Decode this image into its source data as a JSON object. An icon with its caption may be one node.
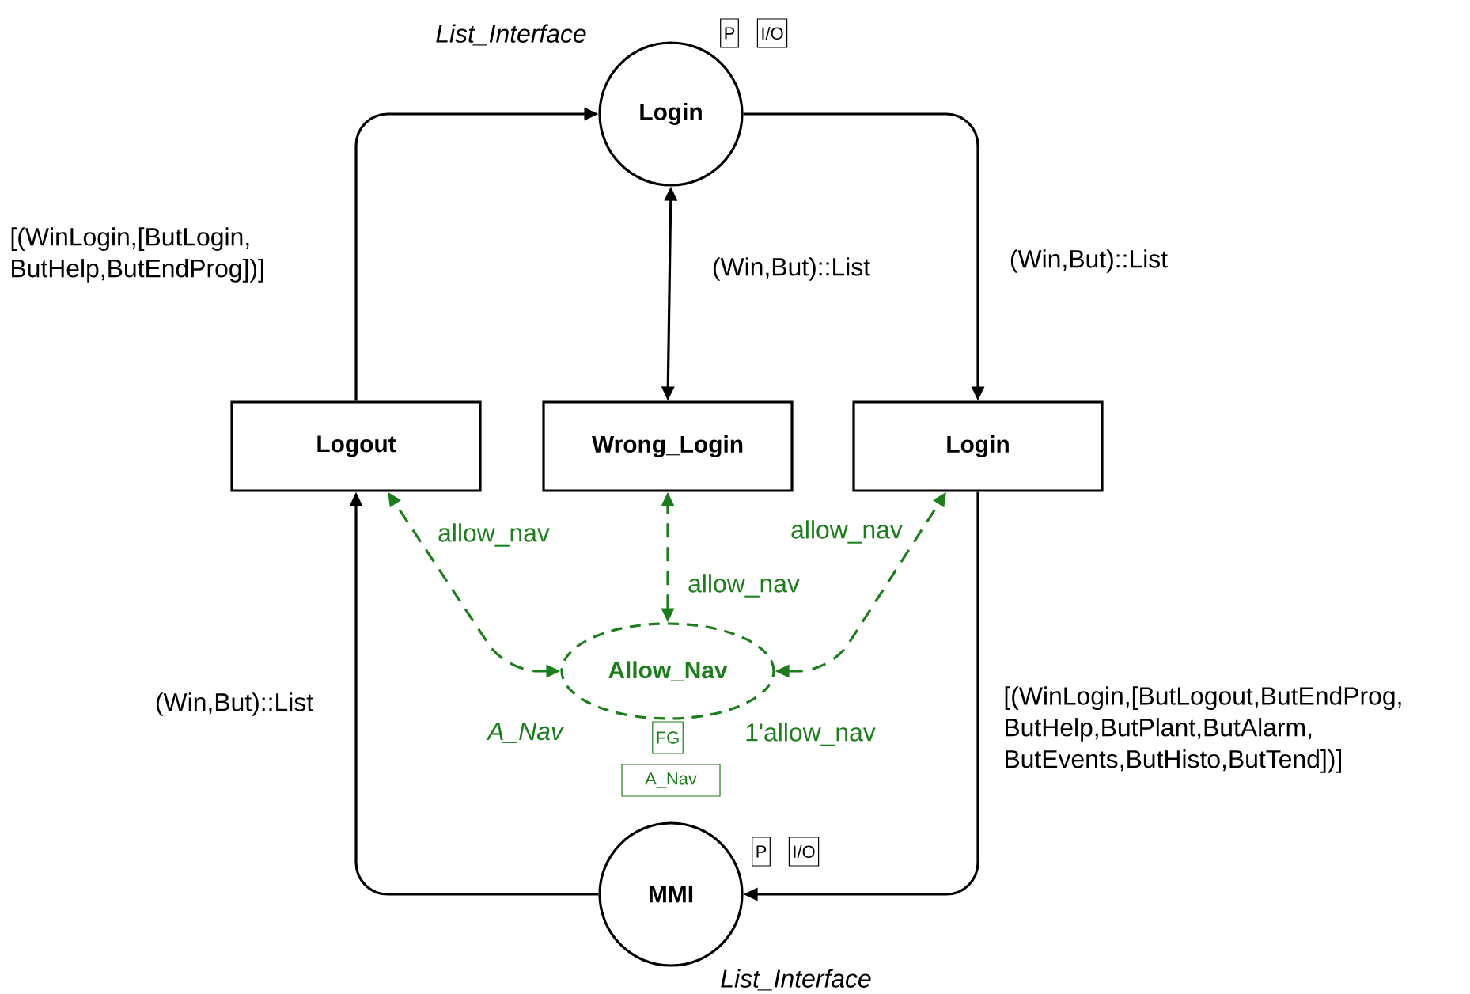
{
  "diagram": {
    "nodes": [
      {
        "text": [
          "Login"
        ],
        "beside": [
          "List_Interface"
        ]
      },
      {
        "text": [
          "Logout"
        ]
      },
      {
        "text": [
          "Wrong_Login"
        ]
      },
      {
        "text": [
          "Login"
        ]
      },
      {
        "text": [
          "Allow_Nav"
        ],
        "beside": [
          "A_Nav",
          "1'allow_nav"
        ]
      },
      {
        "text": [
          "MMI"
        ],
        "beside": [
          "List_Interface"
        ]
      },
      {
        "text": [
          "P"
        ]
      },
      {
        "text": [
          "I/O"
        ]
      },
      {
        "text": [
          "P"
        ]
      },
      {
        "text": [
          "I/O"
        ]
      },
      {
        "text": [
          "FG"
        ]
      },
      {
        "text": [
          "A_Nav"
        ]
      }
    ],
    "edges": [
      {
        "from": 1,
        "to": 0,
        "arrow": "to",
        "label": "[(WinLogin,[ButLogin, ButHelp,ButEndProg])]"
      },
      {
        "from": 0,
        "to": 2,
        "arrow": "both",
        "label": "(Win,But)::List"
      },
      {
        "from": 0,
        "to": 3,
        "arrow": "to",
        "label": "(Win,But)::List"
      },
      {
        "from": 3,
        "to": 5,
        "arrow": "to",
        "label": "[(WinLogin,[ButLogout,ButEndProg, ButHelp,ButPlant,ButAlarm, ButEvents,ButHisto,ButTend])]"
      },
      {
        "from": 5,
        "to": 1,
        "arrow": "to",
        "label": "(Win,But)::List"
      },
      {
        "from": 4,
        "to": 1,
        "arrow": "both",
        "label": "allow_nav",
        "style": "dashed",
        "color": "#1a7f1a"
      },
      {
        "from": 4,
        "to": 2,
        "arrow": "both",
        "label": "allow_nav",
        "style": "dashed",
        "color": "#1a7f1a"
      },
      {
        "from": 4,
        "to": 3,
        "arrow": "both",
        "label": "allow_nav",
        "style": "dashed",
        "color": "#1a7f1a"
      }
    ]
  }
}
